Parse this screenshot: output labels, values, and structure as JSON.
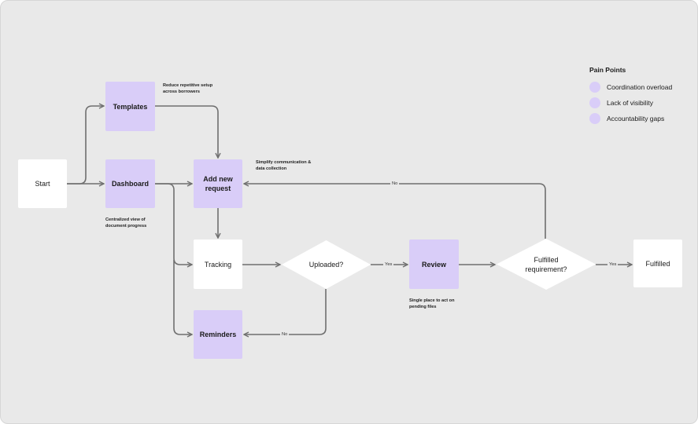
{
  "nodes": {
    "start": "Start",
    "templates": "Templates",
    "dashboard": "Dashboard",
    "add_request": "Add new request",
    "tracking": "Tracking",
    "reminders": "Reminders",
    "uploaded": "Uploaded?",
    "review": "Review",
    "fulfilled_req": "Fulfilled requirement?",
    "fulfilled": "Fulfilled"
  },
  "notes": {
    "templates": "Reduce repetitive setup across borrowers",
    "dashboard": "Centralized view of document progress",
    "add_request": "Simplify communication & data collection",
    "review": "Single place to act on pending files"
  },
  "edge_labels": {
    "uploaded_yes": "Yes",
    "uploaded_no": "No",
    "fulfilled_yes": "Yes",
    "fulfilled_no": "No"
  },
  "legend": {
    "title": "Pain Points",
    "items": [
      "Coordination overload",
      "Lack of visibility",
      "Accountability gaps"
    ]
  },
  "colors": {
    "highlight": "#d9cdf8",
    "background": "#e9e9e9",
    "box": "#ffffff",
    "edge": "#6f6f6f"
  }
}
